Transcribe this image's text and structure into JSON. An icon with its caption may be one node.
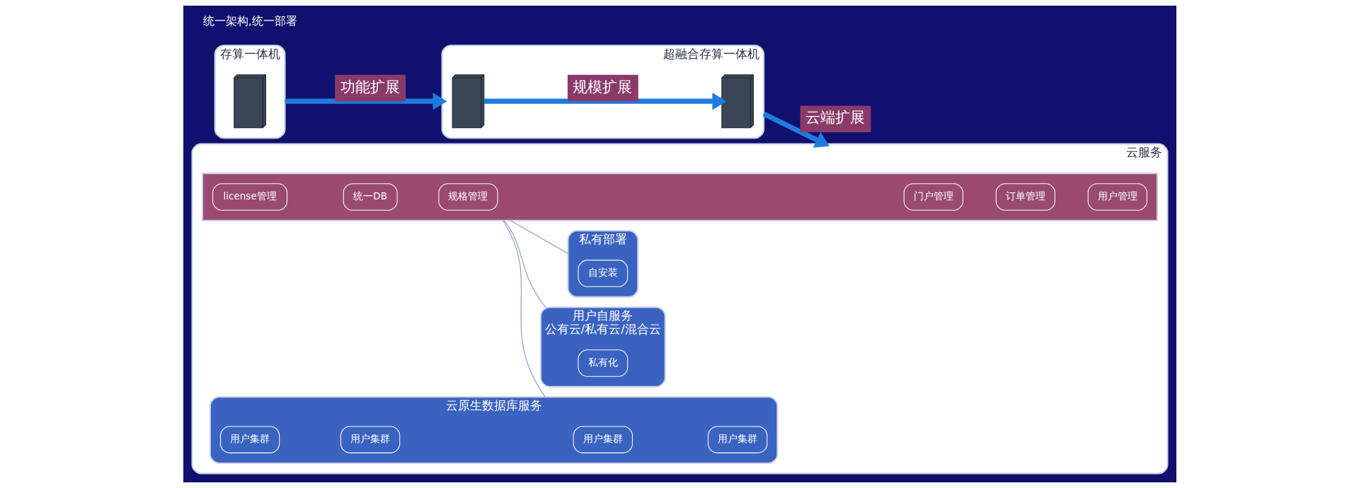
{
  "diagram": {
    "nodes": [
      {
        "text": [
          "存算一体机"
        ]
      },
      {
        "text": [],
        "shape": "picture",
        "in": 0
      },
      {
        "text": [
          "超融合存算一体机"
        ]
      },
      {
        "text": [],
        "shape": "picture",
        "in": 2
      },
      {
        "text": [],
        "shape": "picture",
        "in": 2
      },
      {
        "text": [
          "云服务"
        ]
      },
      {
        "text": [],
        "shape": "box",
        "in": 5
      },
      {
        "text": [
          "门户管理"
        ],
        "in": 6
      },
      {
        "text": [
          "license管理"
        ],
        "in": 6
      },
      {
        "text": [
          "订单管理"
        ],
        "in": 6
      },
      {
        "text": [
          "统一DB"
        ],
        "in": 6
      },
      {
        "text": [
          "用户管理"
        ],
        "in": 6
      },
      {
        "text": [
          "规格管理"
        ],
        "in": 6
      },
      {
        "text": [
          "云原生数据库服务"
        ],
        "in": 5
      },
      {
        "text": [
          "用户集群"
        ],
        "in": 13
      },
      {
        "text": [
          "用户集群"
        ],
        "in": 13
      },
      {
        "text": [
          "用户集群"
        ],
        "in": 13
      },
      {
        "text": [
          "用户集群"
        ],
        "in": 13
      },
      {
        "text": [
          "用户自服务",
          "公有云/私有云/混合云"
        ],
        "in": 5
      },
      {
        "text": [
          "私有化"
        ],
        "in": 18
      },
      {
        "text": [
          "私有部署"
        ],
        "in": 5
      },
      {
        "text": [
          "自安装"
        ],
        "in": 20
      }
    ],
    "edges": [
      {
        "from": 0,
        "to": 2,
        "arrow": "to",
        "label": "功能扩展",
        "color": "#1e7be0",
        "style": "thick"
      },
      {
        "from": 3,
        "to": 4,
        "arrow": "to",
        "label": "规模扩展",
        "color": "#1e7be0",
        "style": "thick"
      },
      {
        "from": 2,
        "to": 5,
        "arrow": "to",
        "label": "云端扩展",
        "color": "#1e7be0",
        "style": "thick"
      },
      {
        "from": 6,
        "to": 13,
        "arrow": "none",
        "color": "#8fa0c8"
      },
      {
        "from": 6,
        "to": 18,
        "arrow": "none",
        "color": "#8fa0c8"
      },
      {
        "from": 6,
        "to": 20,
        "arrow": "none",
        "color": "#8fa0c8"
      }
    ],
    "labels": [
      "统一架构,统一部署"
    ]
  }
}
